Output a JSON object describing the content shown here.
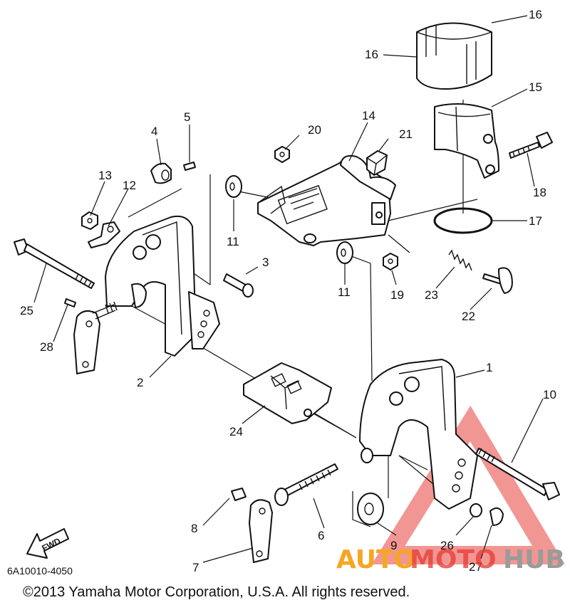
{
  "diagram": {
    "catalog_code": "6A10010-4050",
    "copyright": "©2013 Yamaha Motor Corporation, U.S.A. All rights reserved.",
    "fwd_label": "FWD",
    "callouts": [
      {
        "id": "c1",
        "label": "1"
      },
      {
        "id": "c2",
        "label": "2"
      },
      {
        "id": "c3",
        "label": "3"
      },
      {
        "id": "c4",
        "label": "4"
      },
      {
        "id": "c5",
        "label": "5"
      },
      {
        "id": "c6",
        "label": "6"
      },
      {
        "id": "c7",
        "label": "7"
      },
      {
        "id": "c8",
        "label": "8"
      },
      {
        "id": "c9",
        "label": "9"
      },
      {
        "id": "c10",
        "label": "10"
      },
      {
        "id": "c11a",
        "label": "11"
      },
      {
        "id": "c11b",
        "label": "11"
      },
      {
        "id": "c12",
        "label": "12"
      },
      {
        "id": "c13",
        "label": "13"
      },
      {
        "id": "c14",
        "label": "14"
      },
      {
        "id": "c15",
        "label": "15"
      },
      {
        "id": "c16a",
        "label": "16"
      },
      {
        "id": "c16b",
        "label": "16"
      },
      {
        "id": "c17",
        "label": "17"
      },
      {
        "id": "c18",
        "label": "18"
      },
      {
        "id": "c19",
        "label": "19"
      },
      {
        "id": "c20",
        "label": "20"
      },
      {
        "id": "c21",
        "label": "21"
      },
      {
        "id": "c22",
        "label": "22"
      },
      {
        "id": "c23",
        "label": "23"
      },
      {
        "id": "c24",
        "label": "24"
      },
      {
        "id": "c25",
        "label": "25"
      },
      {
        "id": "c26",
        "label": "26"
      },
      {
        "id": "c27",
        "label": "27"
      },
      {
        "id": "c28",
        "label": "28"
      }
    ]
  },
  "watermark": {
    "part1": "AUTO",
    "part2": "MOTO",
    "part3": "HUB",
    "color_orange": "#f5a623",
    "color_red": "#e8403a",
    "color_gray": "#9b9b9b"
  }
}
